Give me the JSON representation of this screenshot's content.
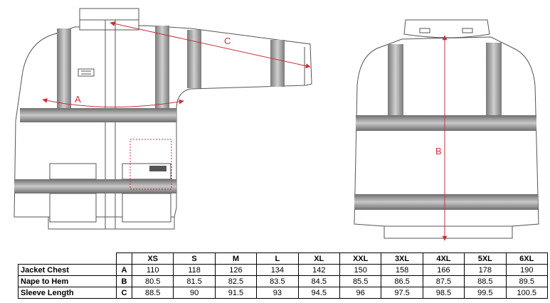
{
  "diagram": {
    "labels": {
      "chest": "A",
      "nape_to_hem": "B",
      "sleeve": "C"
    },
    "colors": {
      "measure": "#c8323c",
      "band": "#8a8a8a",
      "outline": "#555555"
    }
  },
  "table": {
    "sizes": [
      "XS",
      "S",
      "M",
      "L",
      "XL",
      "XXL",
      "3XL",
      "4XL",
      "5XL",
      "6XL"
    ],
    "rows": [
      {
        "name": "Jacket Chest",
        "code": "A",
        "values": [
          "110",
          "118",
          "126",
          "134",
          "142",
          "150",
          "158",
          "166",
          "178",
          "190"
        ]
      },
      {
        "name": "Nape to Hem",
        "code": "B",
        "values": [
          "80.5",
          "81.5",
          "82.5",
          "83.5",
          "84.5",
          "85.5",
          "86.5",
          "87.5",
          "88.5",
          "89.5"
        ]
      },
      {
        "name": "Sleeve Length",
        "code": "C",
        "values": [
          "88.5",
          "90",
          "91.5",
          "93",
          "94.5",
          "96",
          "97.5",
          "98.5",
          "99.5",
          "100.5"
        ]
      }
    ]
  }
}
